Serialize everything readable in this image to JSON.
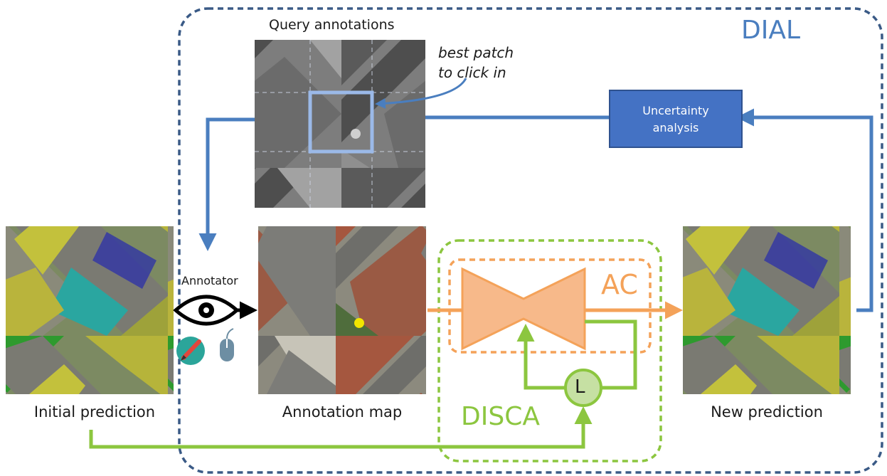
{
  "frame": {
    "label": "DIAL"
  },
  "query": {
    "title": "Query annotations",
    "note_line1": "best patch",
    "note_line2": "to click in"
  },
  "uncertainty": {
    "line1": "Uncertainty",
    "line2": "analysis"
  },
  "annotator": {
    "label": "Annotator",
    "icons": [
      "eye-icon",
      "pencil-icon",
      "mouse-icon"
    ]
  },
  "images": {
    "initial": "Initial prediction",
    "annotation": "Annotation map",
    "new": "New prediction"
  },
  "network": {
    "ac_label": "AC",
    "loss_label": "L",
    "disca_label": "DISCA"
  },
  "colors": {
    "dial_blue": "#4a7ebf",
    "frame_blue": "#3a5a86",
    "uncertainty_fill": "#4472c4",
    "disca_green": "#8cc63f",
    "ac_orange": "#f4a259",
    "ac_fill": "#f7b98a",
    "query_box": "#9bb9e8",
    "annot_dot": "#f2e600"
  }
}
